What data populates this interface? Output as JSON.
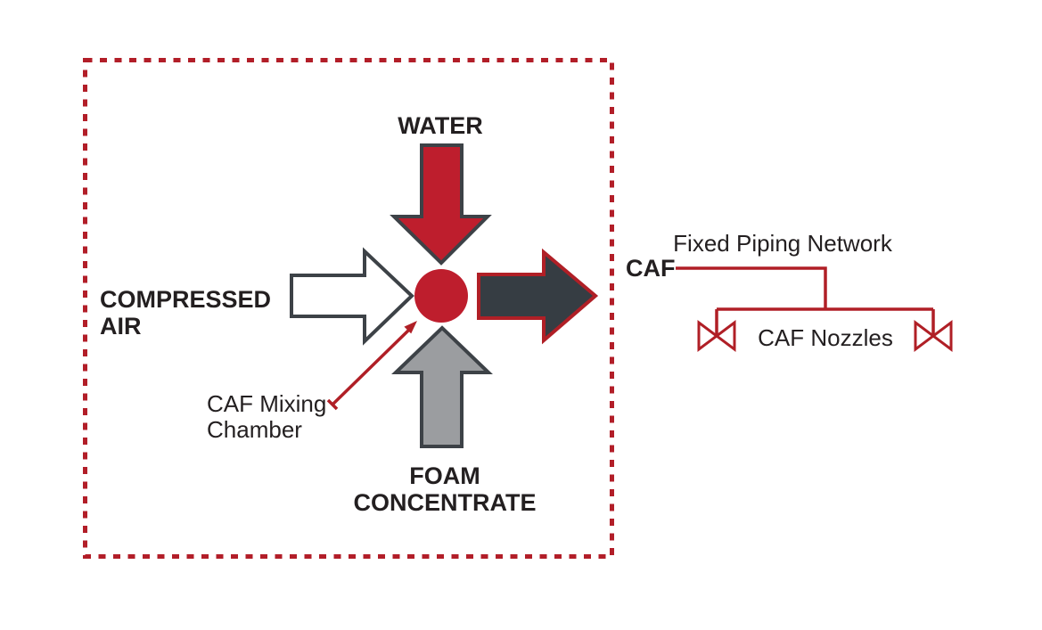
{
  "colors": {
    "red_fill": "#be1e2d",
    "red_line": "#b01f26",
    "boundary_red": "#b21e28",
    "dark_slate": "#363d43",
    "outline_gray": "#3d4247",
    "foam_gray": "#9b9da0",
    "text": "#231f20"
  },
  "diagram": {
    "inputs": {
      "water_label": "WATER",
      "compressed_air_label_line1": "COMPRESSED",
      "compressed_air_label_line2": "AIR",
      "foam_label_line1": "FOAM",
      "foam_label_line2": "CONCENTRATE"
    },
    "mixing_chamber": {
      "label_line1": "CAF Mixing",
      "label_line2": "Chamber"
    },
    "output": {
      "caf_label": "CAF",
      "piping_label": "Fixed Piping Network",
      "nozzles_label": "CAF Nozzles"
    },
    "icons": {
      "valve_icon": "bowtie-valve",
      "arrow_icons": [
        "down-arrow",
        "right-arrow",
        "up-arrow",
        "right-arrow"
      ]
    }
  }
}
